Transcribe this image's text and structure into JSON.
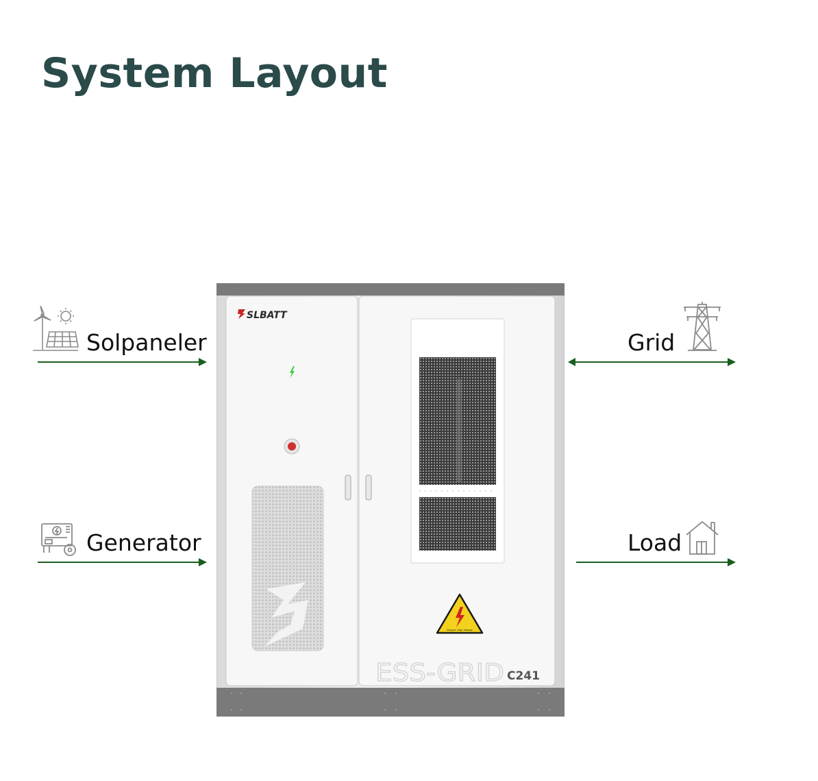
{
  "title": "System Layout",
  "inputs": {
    "solar": {
      "label": "Solpaneler",
      "icon": "solar-wind-icon"
    },
    "generator": {
      "label": "Generator",
      "icon": "generator-icon"
    }
  },
  "outputs": {
    "grid": {
      "label": "Grid",
      "icon": "power-tower-icon"
    },
    "load": {
      "label": "Load",
      "icon": "house-icon"
    }
  },
  "cabinet": {
    "brand": "SLBATT",
    "model_main": "ESS-GRID",
    "model_code": "C241",
    "warning_text": "Danger! High Voltage"
  },
  "colors": {
    "title": "#2b4a4a",
    "arrow": "#1a5e1f",
    "cabinet_frame": "#7a7a7a"
  }
}
